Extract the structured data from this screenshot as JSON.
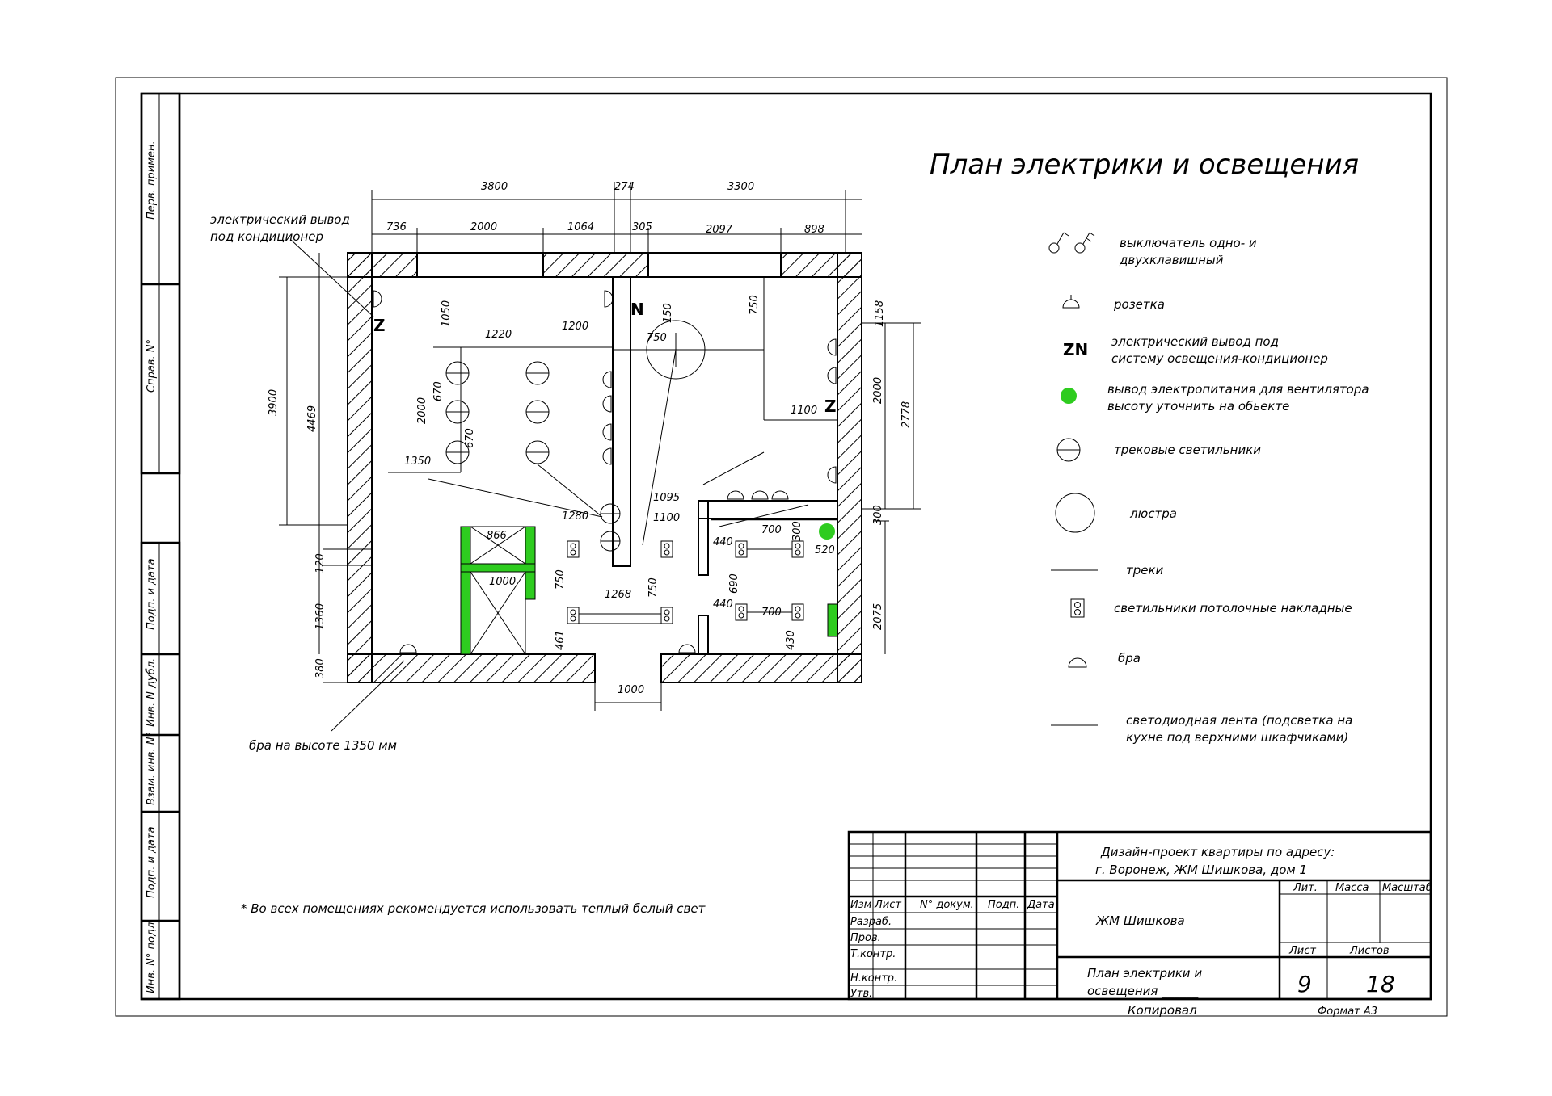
{
  "title": "План электрики и освещения",
  "callouts": {
    "ac_outlet": [
      "электрический вывод",
      "под кондиционер"
    ],
    "sconce": "бра на высоте 1350 мм"
  },
  "footnote": "* Во всех помещениях рекомендуется использовать теплый белый свет",
  "dimensions": {
    "top_overall": [
      "3800",
      "274",
      "3300"
    ],
    "top_segments": [
      "736",
      "2000",
      "1064",
      "305",
      "2097",
      "898"
    ],
    "left": [
      "3900",
      "4469",
      "2000",
      "1050",
      "1350",
      "670",
      "670",
      "120",
      "1360",
      "380"
    ],
    "right": [
      "1158",
      "2000",
      "2778",
      "300",
      "2075"
    ],
    "interior": [
      "1220",
      "1200",
      "150",
      "750",
      "750",
      "1100",
      "1095",
      "1100",
      "1280",
      "866",
      "1000",
      "750",
      "1268",
      "750",
      "461",
      "440",
      "700",
      "300",
      "520",
      "690",
      "440",
      "700",
      "430"
    ],
    "bottom": "1000"
  },
  "legend": [
    {
      "icon": "switch-icon",
      "text": [
        "выключатель одно- и",
        "двухклавишный"
      ]
    },
    {
      "icon": "socket-icon",
      "text": [
        "розетка"
      ]
    },
    {
      "icon": "wire-outlet-icon",
      "text": [
        "электрический вывод под",
        "систему освещения-кондиционер"
      ]
    },
    {
      "icon": "fan-power-icon",
      "text": [
        "вывод электропитания для вентилятора",
        "высоту уточнить на обьекте"
      ]
    },
    {
      "icon": "track-light-icon",
      "text": [
        "трековые светильники"
      ]
    },
    {
      "icon": "chandelier-icon",
      "text": [
        "люстра"
      ]
    },
    {
      "icon": "track-line-icon",
      "text": [
        "треки"
      ]
    },
    {
      "icon": "ceiling-light-icon",
      "text": [
        "светильники потолочные накладные"
      ]
    },
    {
      "icon": "sconce-icon",
      "text": [
        "бра"
      ]
    },
    {
      "icon": "led-strip-icon",
      "text": [
        "светодиодная лента (подсветка на",
        "кухне под верхними шкафчиками)"
      ]
    }
  ],
  "side_stamps": [
    "Перв. примен.",
    "Справ. N°",
    "Подп. и дата",
    "Инв. N дубл.",
    "Взам. инв. N°",
    "Подп. и дата",
    "Инв. N° подл."
  ],
  "title_block": {
    "project": [
      "Дизайн-проект квартиры по адресу:",
      "г. Воронеж, ЖМ Шишкова, дом 1"
    ],
    "object": "ЖМ Шишкова",
    "sheet_title": [
      "План электрики и",
      "освещения ______"
    ],
    "cols": [
      "Изм",
      "Лист",
      "N° докум.",
      "Подп.",
      "Дата"
    ],
    "roles": [
      "Разраб.",
      "Пров.",
      "Т.контр.",
      "Н.контр.",
      "Утв."
    ],
    "lit": "Лит.",
    "mass": "Масса",
    "scale": "Масштаб",
    "sheet_lbl": "Лист",
    "sheets_lbl": "Листов",
    "sheet": "9",
    "sheets": "18",
    "copied": "Копировал",
    "format": "Формат А3"
  },
  "colors": {
    "accent_green": "#2ecc1f",
    "wall_hatch": "#000000"
  }
}
